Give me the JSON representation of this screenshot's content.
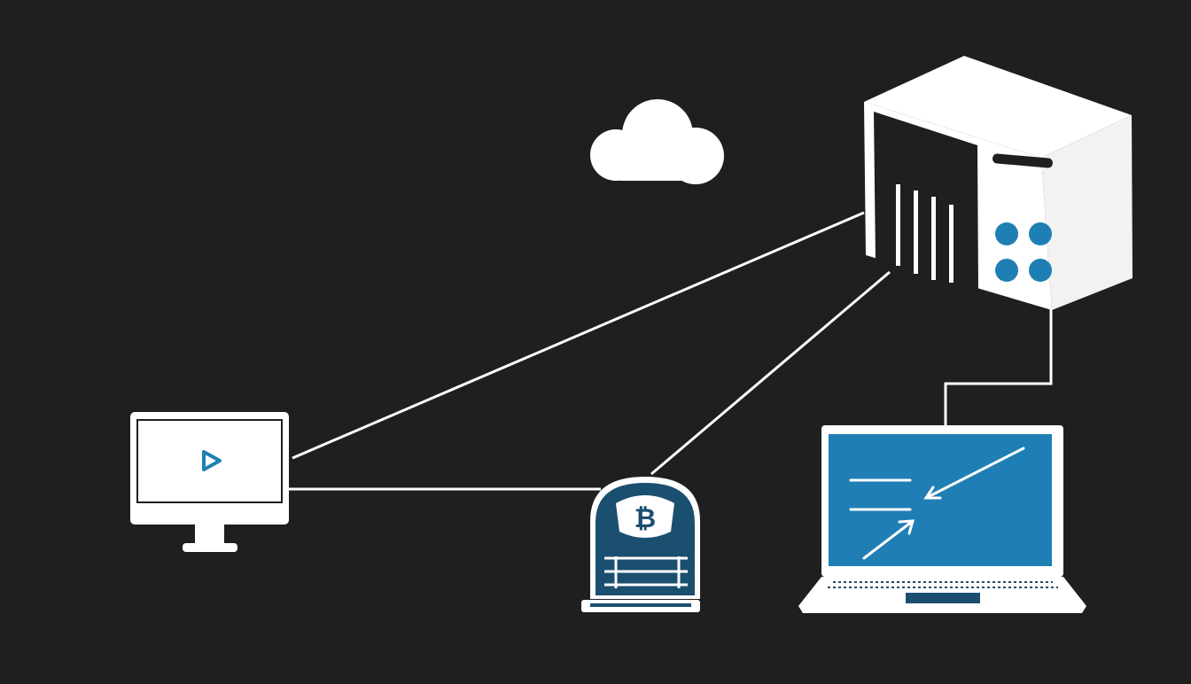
{
  "colors": {
    "background": "#1f1f1f",
    "line": "#ffffff",
    "device": "#ffffff",
    "accent": "#1f7fb4",
    "accent_dark": "#1b4f70"
  },
  "nodes": {
    "cloud": {
      "icon": "cloud-icon"
    },
    "server": {
      "icon": "server-icon"
    },
    "monitor": {
      "icon": "monitor-icon",
      "screen_icon": "play-icon"
    },
    "bitcoin_terminal": {
      "icon": "bitcoin-terminal-icon",
      "symbol": "₿"
    },
    "laptop": {
      "icon": "laptop-icon",
      "screen_icon": "arrows-icon"
    }
  },
  "connections": [
    {
      "from": "server",
      "to": "monitor"
    },
    {
      "from": "server",
      "to": "bitcoin_terminal"
    },
    {
      "from": "monitor",
      "to": "bitcoin_terminal"
    },
    {
      "from": "server",
      "to": "laptop"
    }
  ]
}
